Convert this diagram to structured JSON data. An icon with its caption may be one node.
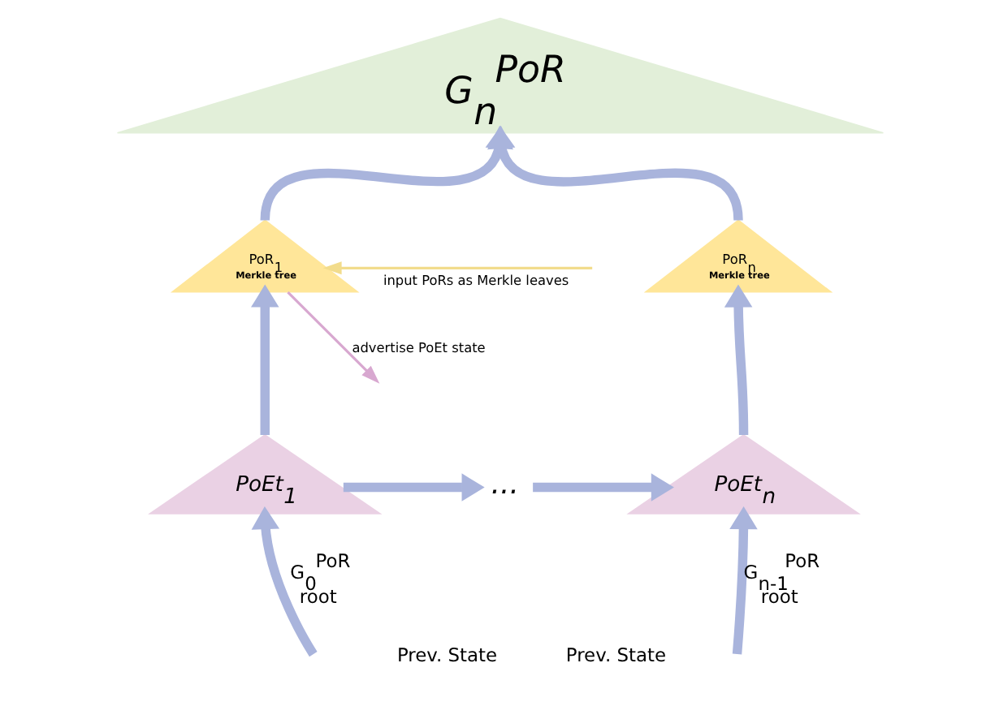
{
  "diagram": {
    "nodes": [
      {
        "text": [
          "G$_{n}$$^{PoR}$"
        ]
      },
      {
        "text": [
          "PoR$_{1}$",
          "Merkle tree"
        ]
      },
      {
        "text": [
          "PoR$_{n}$",
          "Merkle tree"
        ]
      },
      {
        "text": [
          "PoEt$_{1}$"
        ]
      },
      {
        "text": [
          "PoEt$_{n}$"
        ]
      },
      {
        "text": [
          "..."
        ]
      }
    ],
    "edges": [
      {
        "from": null,
        "to": 3,
        "arrow": "to",
        "label": "G$_{0}$$^{PoR}$ root"
      },
      {
        "from": 3,
        "to": 1,
        "arrow": "to"
      },
      {
        "from": 1,
        "to": 0,
        "arrow": "to"
      },
      {
        "from": 3,
        "to": 5,
        "arrow": "to"
      },
      {
        "from": 5,
        "to": 4,
        "arrow": "to"
      },
      {
        "from": null,
        "to": 4,
        "arrow": "to",
        "label": "G$_{n-1}$$^{PoR}$ root"
      },
      {
        "from": 4,
        "to": 2,
        "arrow": "to"
      },
      {
        "from": 2,
        "to": 0,
        "arrow": "to"
      },
      {
        "from": null,
        "to": 1,
        "arrow": "to",
        "color": "#f2dc8c",
        "label": "input PoRs as Merkle leaves"
      },
      {
        "from": 1,
        "to": null,
        "arrow": "to",
        "color": "#d8a8d0",
        "label": "advertise PoEt state"
      }
    ],
    "labels": [
      "Prev. State",
      "Prev. State"
    ]
  }
}
